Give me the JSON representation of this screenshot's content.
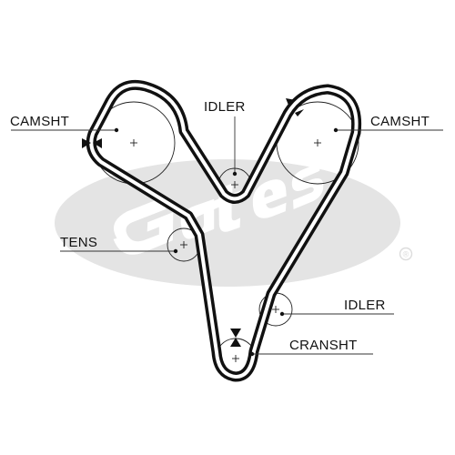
{
  "labels": {
    "camshaft_left": "CAMSHT",
    "idler_top": "IDLER",
    "camshaft_right": "CAMSHT",
    "tensioner": "TENS",
    "idler_bottom": "IDLER",
    "crankshaft": "CRANSHT"
  },
  "watermark": {
    "brand": "Gates",
    "registered": "®"
  },
  "colors": {
    "belt": "#111111",
    "line": "#222222",
    "watermark": "#e4e4e4",
    "background": "#ffffff"
  }
}
